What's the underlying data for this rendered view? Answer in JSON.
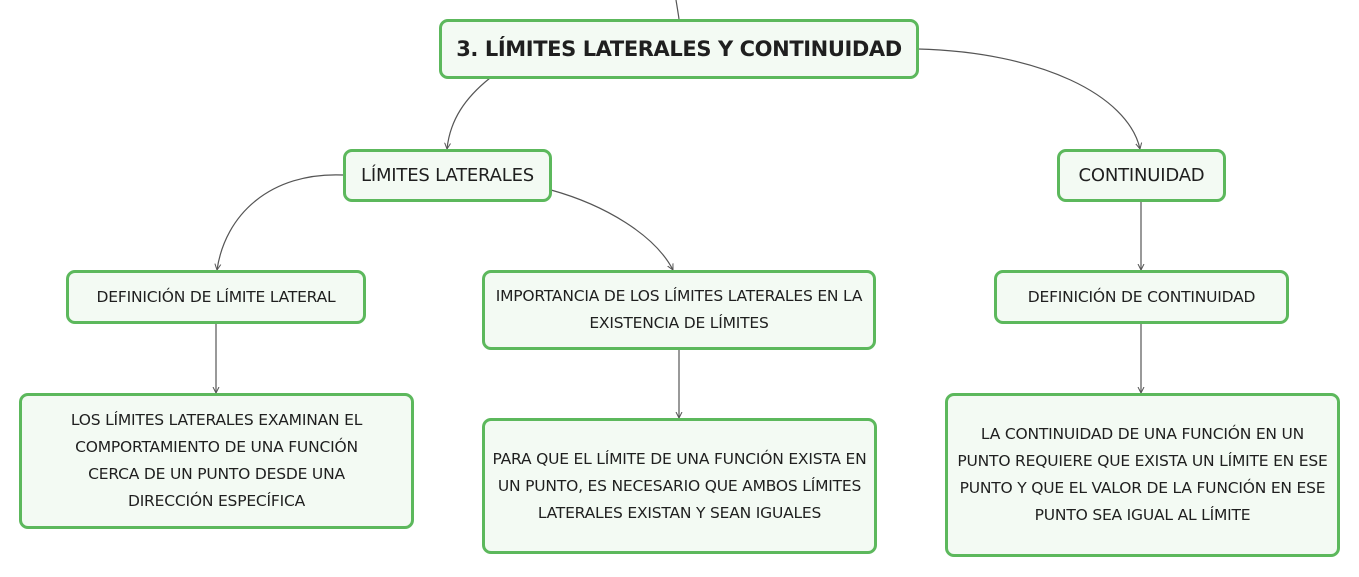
{
  "diagram": {
    "root": {
      "label": "3. LÍMITES LATERALES Y CONTINUIDAD"
    },
    "branches": {
      "limites_laterales": {
        "label": "LÍMITES LATERALES"
      },
      "continuidad": {
        "label": "CONTINUIDAD"
      }
    },
    "subtopics": {
      "definicion_limite_lateral": {
        "label": "DEFINICIÓN DE LÍMITE LATERAL"
      },
      "importancia": {
        "label": "IMPORTANCIA DE LOS LÍMITES LATERALES EN LA EXISTENCIA DE LÍMITES"
      },
      "definicion_continuidad": {
        "label": "DEFINICIÓN DE CONTINUIDAD"
      }
    },
    "details": {
      "limite_lateral_desc": {
        "text": "LOS LÍMITES LATERALES EXAMINAN EL COMPORTAMIENTO DE UNA FUNCIÓN CERCA DE UN PUNTO DESDE UNA DIRECCIÓN ESPECÍFICA"
      },
      "importancia_desc": {
        "text": "PARA QUE EL LÍMITE DE UNA FUNCIÓN EXISTA EN UN PUNTO, ES NECESARIO QUE AMBOS LÍMITES LATERALES EXISTAN Y SEAN IGUALES"
      },
      "continuidad_desc": {
        "text": "LA CONTINUIDAD DE UNA FUNCIÓN EN UN PUNTO REQUIERE QUE EXISTA UN LÍMITE EN ESE PUNTO Y QUE EL VALOR DE LA FUNCIÓN EN ESE PUNTO SEA IGUAL AL LÍMITE"
      }
    },
    "colors": {
      "node_border": "#5cb85c",
      "node_fill": "#f3faf3",
      "connector": "#555555"
    }
  }
}
